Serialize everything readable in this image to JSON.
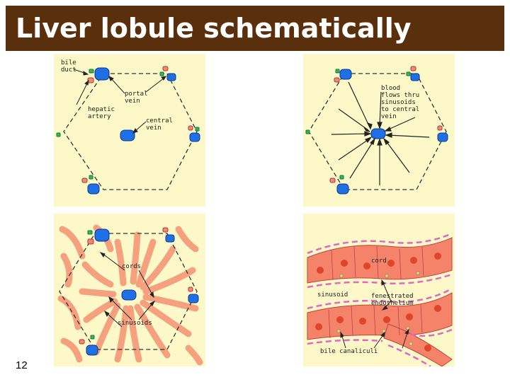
{
  "title": "Liver lobule schematically",
  "page_number": "12",
  "panel1": {
    "bile_duct": "bile\nduct",
    "portal_vein": "portal\nvein",
    "hepatic_artery": "hepatic\nartery",
    "central_vein": "central\nvein"
  },
  "panel2": {
    "blood_flow": "blood\nflows thru\nsinusoids\nto central\nvein"
  },
  "panel3": {
    "cords": "cords",
    "sinusoids": "sinusoids"
  },
  "panel4": {
    "cord": "cord",
    "sinusoid": "sinusoid",
    "fenestrated": "fenestrated\nendothelium",
    "bile_canaliculi": "bile canaliculi"
  },
  "colors": {
    "title_bg": "#5a2f0c",
    "panel_bg": "#fcf8c8",
    "portal_vein": "#1f6fe6",
    "hepatic_artery": "#f08a78",
    "bile_duct": "#38b838",
    "cords": "#f5a07e",
    "endothelium": "#e066c8"
  }
}
